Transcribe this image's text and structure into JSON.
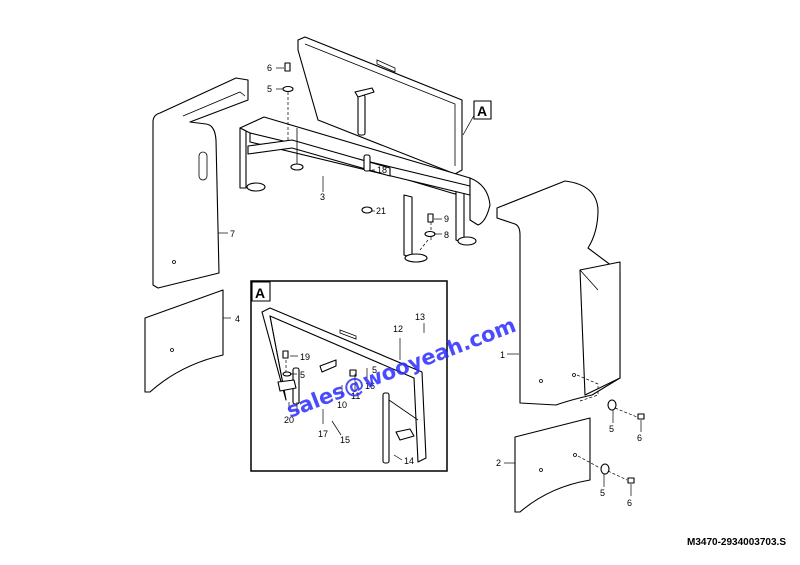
{
  "drawing_code": "M3470-2934003703.S",
  "watermark": "sales@wooyeah.com",
  "detail_letter": "A",
  "detail_ref_letter": "A",
  "labels": {
    "l1": "1",
    "l2": "2",
    "l3": "3",
    "l4": "4",
    "l5a": "5",
    "l5b": "5",
    "l5c": "5",
    "l5d": "5",
    "l5e": "5",
    "l6a": "6",
    "l6b": "6",
    "l6c": "6",
    "l7": "7",
    "l8": "8",
    "l9": "9",
    "l10": "10",
    "l11": "11",
    "l12": "12",
    "l13": "13",
    "l14": "14",
    "l15": "15",
    "l16": "16",
    "l17": "17",
    "l18": "18",
    "l19": "19",
    "l20": "20",
    "l21": "21"
  }
}
